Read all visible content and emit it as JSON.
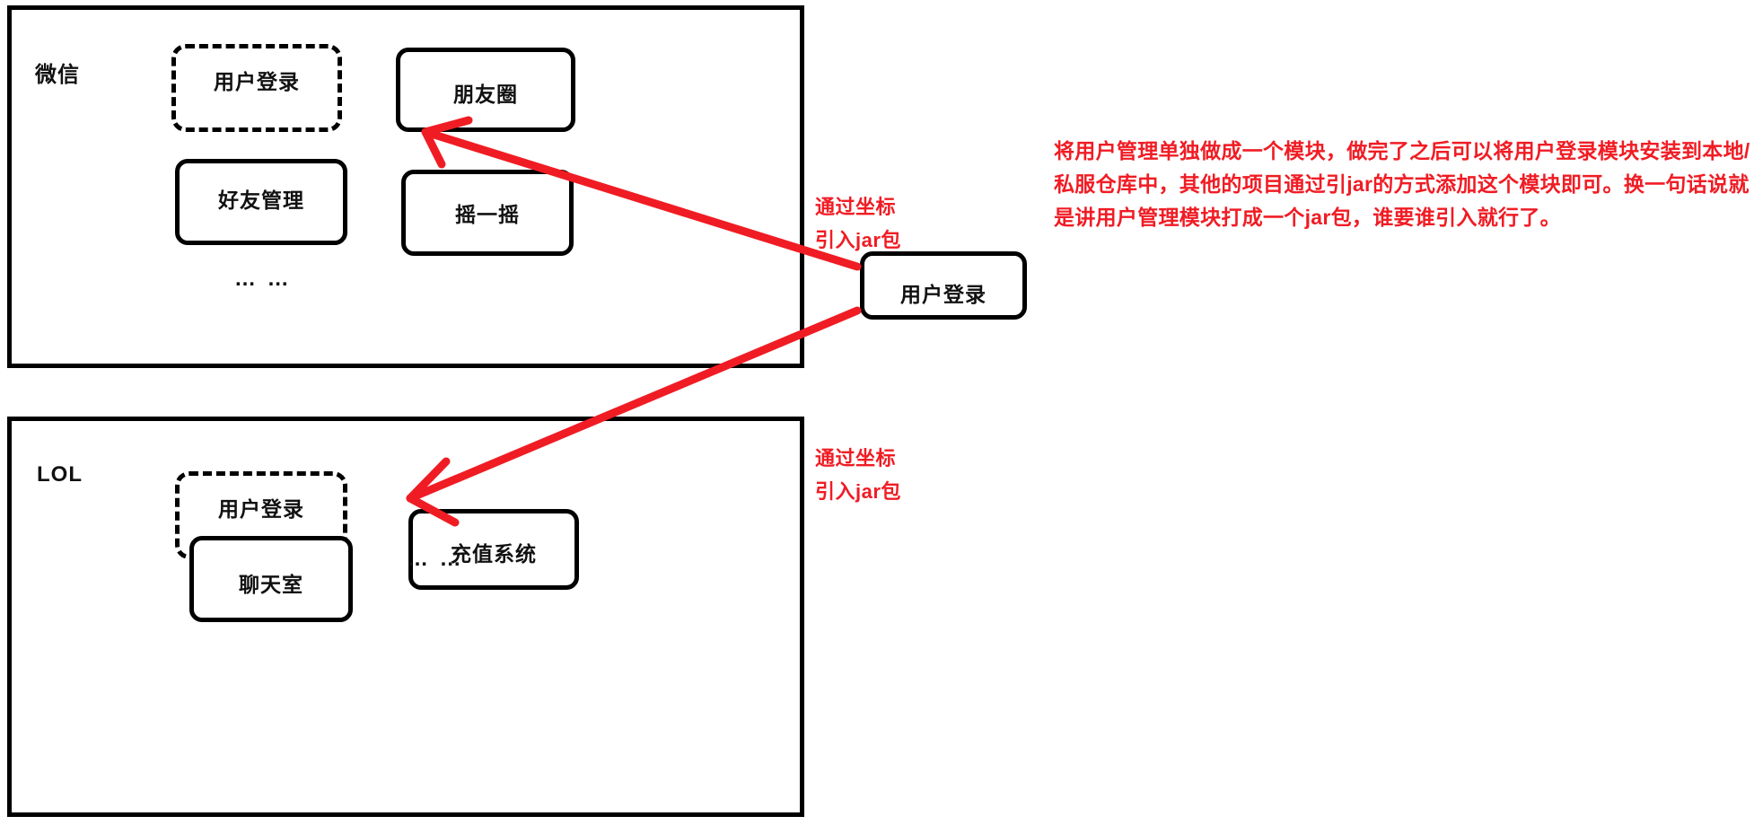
{
  "colors": {
    "accent_red": "#f01c24",
    "outline_black": "#000000",
    "background": "#ffffff"
  },
  "apps": [
    {
      "name": "wechat",
      "label": "微信",
      "ellipsis": "…  …",
      "modules": [
        {
          "label": "用户登录",
          "style": "dashed"
        },
        {
          "label": "朋友圈",
          "style": "solid"
        },
        {
          "label": "好友管理",
          "style": "solid"
        },
        {
          "label": "摇一摇",
          "style": "solid"
        }
      ]
    },
    {
      "name": "lol",
      "label": "LOL",
      "ellipsis": "…  …",
      "modules": [
        {
          "label": "用户登录",
          "style": "dashed"
        },
        {
          "label": "充值系统",
          "style": "solid"
        },
        {
          "label": "聊天室",
          "style": "solid"
        }
      ]
    }
  ],
  "shared_module": {
    "label": "用户登录"
  },
  "annotations": {
    "paragraph": "将用户管理单独做成一个模块，做完了之后可以将用户登录模块安装到本地/私服仓库中，其他的项目通过引jar的方式添加这个模块即可。换一句话说就是讲用户管理模块打成一个jar包，谁要谁引入就行了。",
    "jar_label_wechat": "通过坐标\n引入jar包",
    "jar_label_lol": "通过坐标\n引入jar包"
  }
}
